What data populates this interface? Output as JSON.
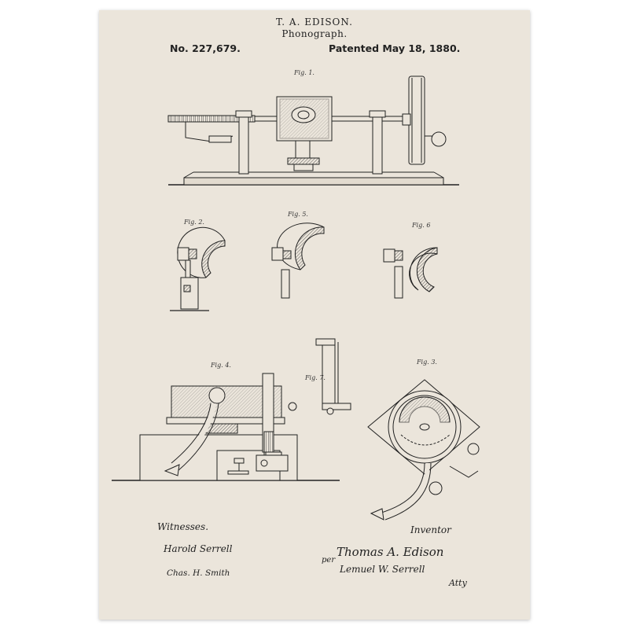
{
  "header": {
    "inventor_name": "T. A. EDISON.",
    "title": "Phonograph.",
    "patent_number": "No. 227,679.",
    "patent_date": "Patented May 18, 1880."
  },
  "figures": {
    "fig1": "Fig. 1.",
    "fig2": "Fig. 2.",
    "fig3": "Fig. 3.",
    "fig4": "Fig. 4.",
    "fig5": "Fig. 5.",
    "fig6": "Fig. 6",
    "fig7": "Fig. 7."
  },
  "witnesses": {
    "heading": "Witnesses.",
    "names": [
      "Harold Serrell",
      "Chas. H. Smith"
    ]
  },
  "inventor": {
    "heading": "Inventor",
    "per": "per",
    "name": "Thomas A. Edison",
    "attorney": "Lemuel W. Serrell",
    "attorney_suffix": "Atty"
  },
  "colors": {
    "paper": "#ebe5db",
    "ink": "#222222",
    "background": "#ffffff"
  }
}
